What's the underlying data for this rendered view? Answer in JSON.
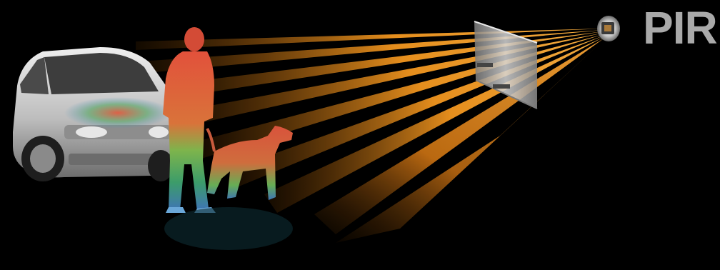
{
  "label": {
    "text": "PIR"
  },
  "colors": {
    "background": "#000000",
    "beam": "#f39a22",
    "label": "#a9a9a9",
    "car": "#c9c9c9"
  },
  "scene": {
    "subjects": [
      "car",
      "person",
      "dog"
    ],
    "sensor": "pir-sensor",
    "lens": "fresnel-lens",
    "beam_count": 8
  }
}
